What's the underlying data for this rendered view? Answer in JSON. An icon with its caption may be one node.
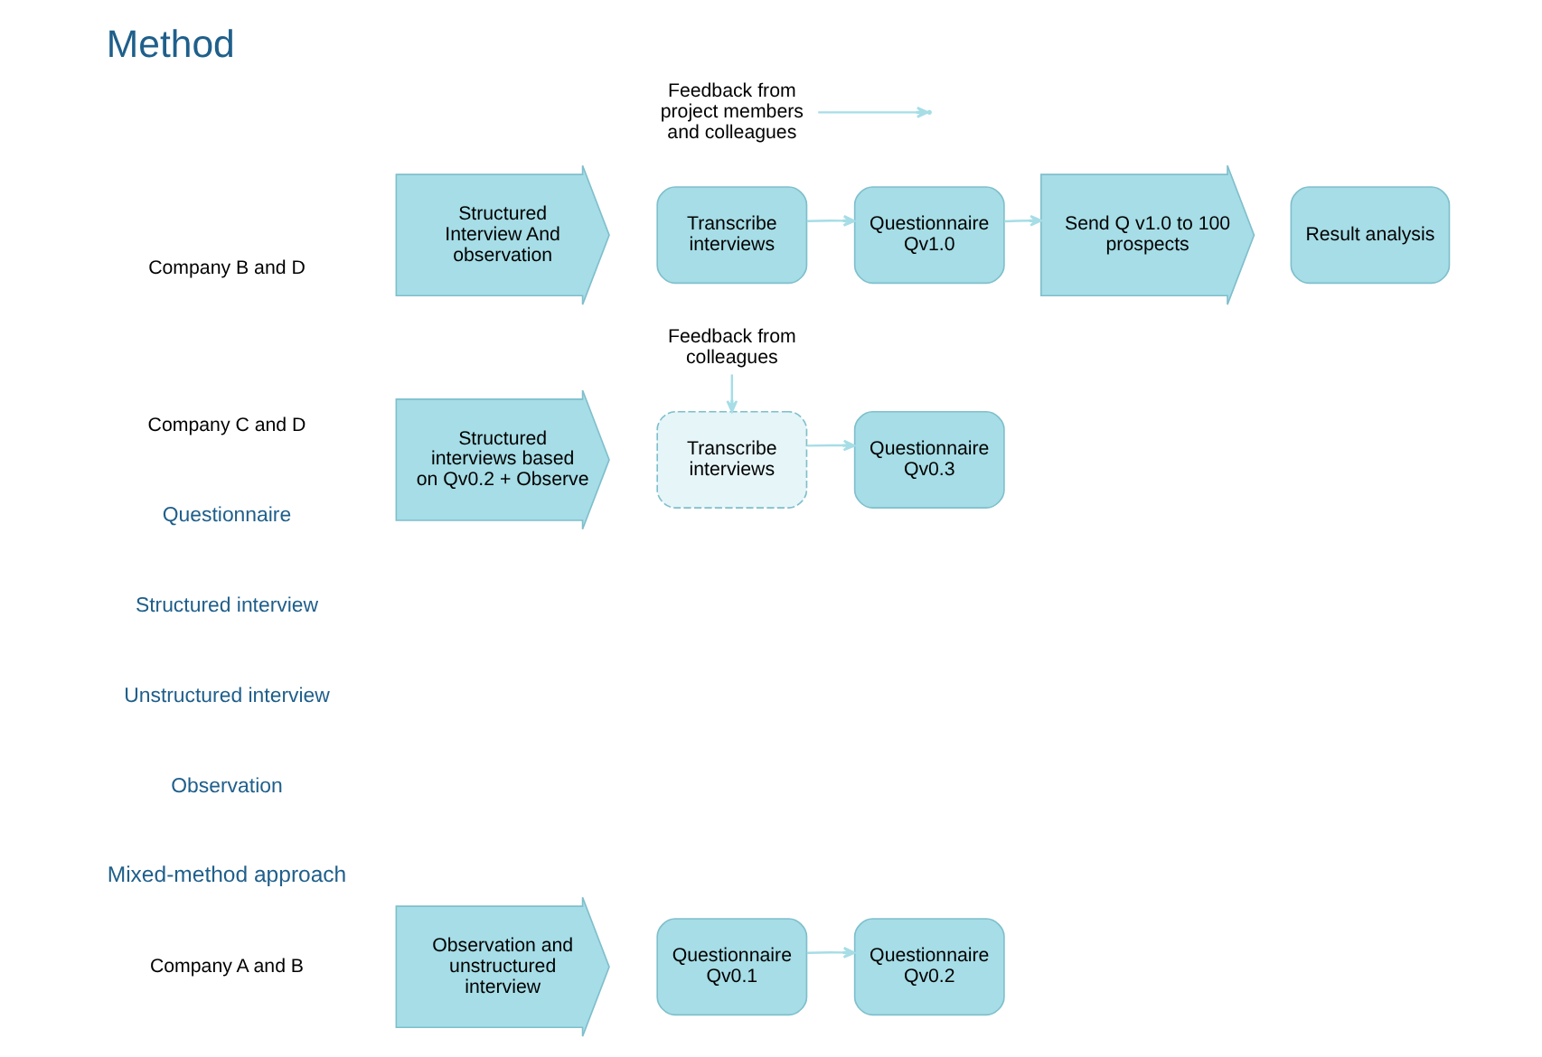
{
  "diagram": {
    "title": "Method",
    "nodes": [
      {
        "text": [
          "Observation and unstructured interview"
        ]
      },
      {
        "text": [
          "Questionnaire Qv0.1"
        ]
      },
      {
        "text": [
          "Questionnaire Qv0.2"
        ]
      },
      {
        "text": [
          "Feedback from project members and colleagues"
        ]
      },
      {
        "text": [
          "Structured interviews based on Qv0.2 + Observe"
        ]
      },
      {
        "text": [
          "Transcribe interviews"
        ]
      },
      {
        "text": [
          "Questionnaire Qv0.3"
        ]
      },
      {
        "text": [
          "Feedback from colleagues"
        ]
      },
      {
        "text": [
          "Structured Interview And observation"
        ]
      },
      {
        "text": [
          "Transcribe interviews"
        ]
      },
      {
        "text": [
          "Questionnaire Qv1.0"
        ]
      },
      {
        "text": [
          "Send Q v1.0 to 100 prospects"
        ]
      },
      {
        "text": [
          "Result analysis"
        ]
      }
    ],
    "edges": [
      {
        "from": 1,
        "to": 2,
        "arrow": "to"
      },
      {
        "from": 3,
        "to": null,
        "arrow": "to"
      },
      {
        "from": 5,
        "to": 6,
        "arrow": "to"
      },
      {
        "from": 7,
        "to": 5,
        "arrow": "to"
      },
      {
        "from": 9,
        "to": 10,
        "arrow": "to"
      },
      {
        "from": 10,
        "to": 11,
        "arrow": "to"
      }
    ],
    "labels": [
      "Company A and B",
      "Mixed-method approach",
      "Observation",
      "Unstructured interview",
      "Structured interview",
      "Questionnaire",
      "Company C and D",
      "Company B and D"
    ]
  }
}
